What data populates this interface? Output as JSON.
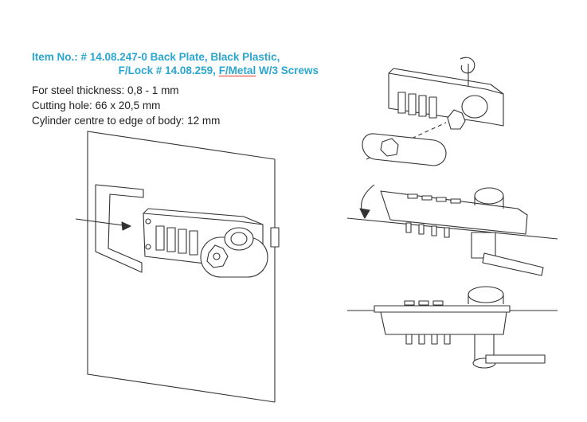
{
  "title": {
    "line1": "Item No.: # 14.08.247-0 Back Plate, Black Plastic,",
    "line2_prefix": "F/Lock # 14.08.259, ",
    "line2_underlined": "F/Metal",
    "line2_suffix": " W/3 Screws"
  },
  "specs": [
    "For steel thickness: 0,8 - 1 mm",
    "Cutting hole: 66 x 20,5 mm",
    "Cylinder centre to edge of body: 12 mm"
  ],
  "colors": {
    "title": "#2aa6cf",
    "underline": "#e23a2e",
    "text": "#222222",
    "line": "#333333"
  }
}
